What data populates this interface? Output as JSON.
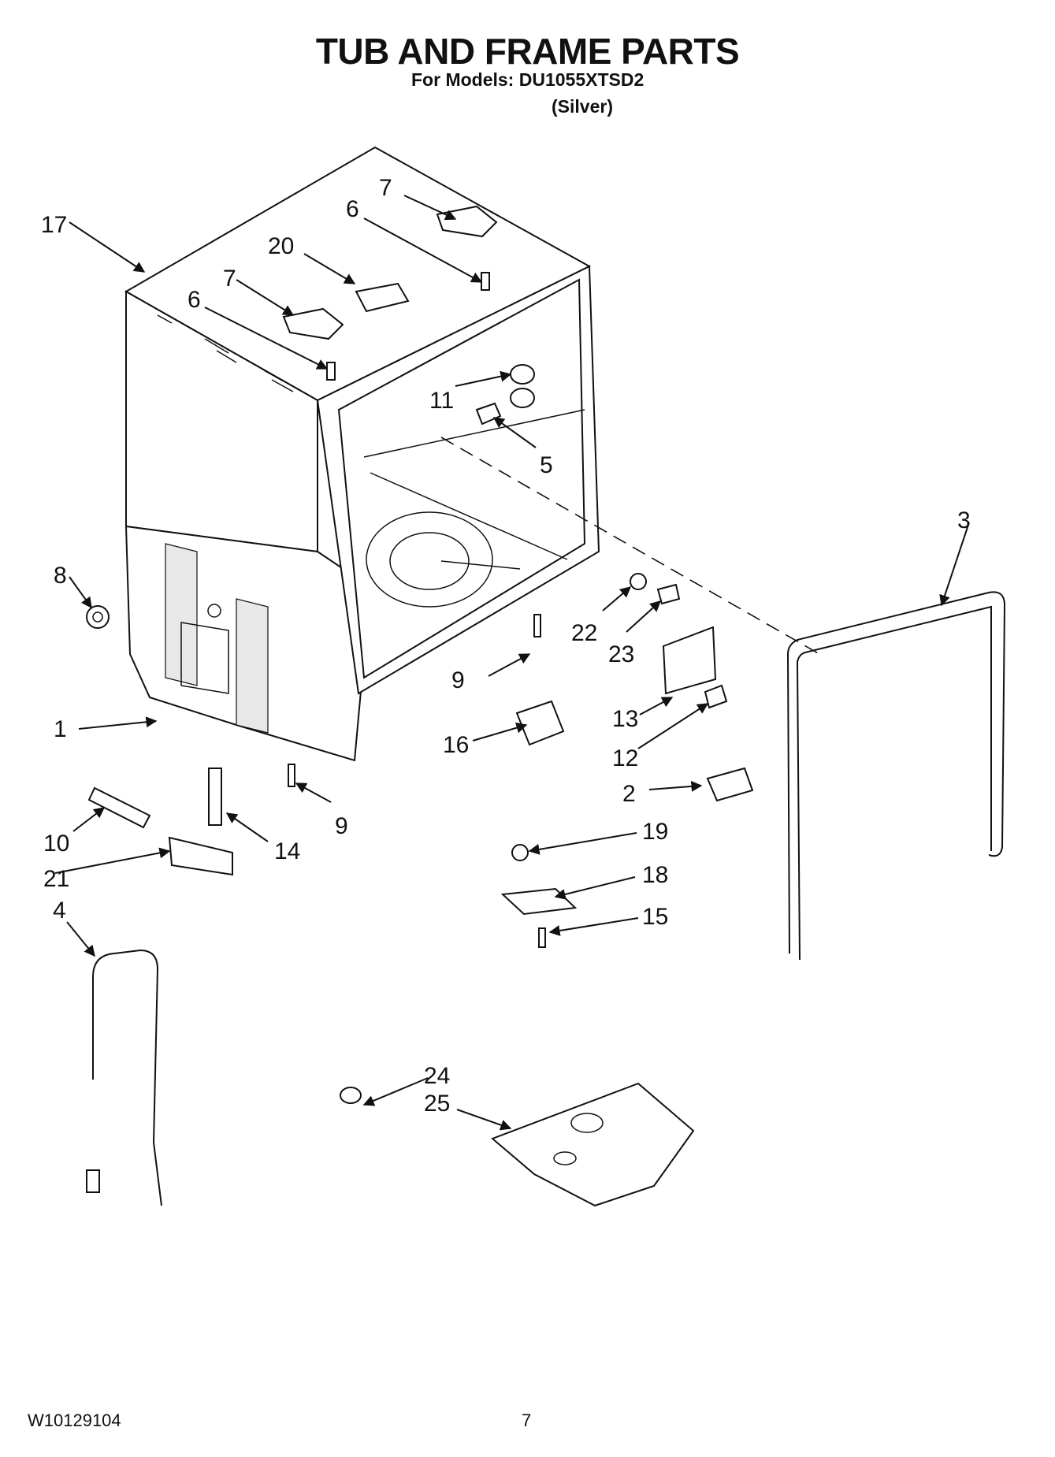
{
  "header": {
    "title": "TUB AND FRAME PARTS",
    "models": "For Models: DU1055XTSD2",
    "variant": "(Silver)"
  },
  "footer": {
    "doc_number": "W10129104",
    "page": "7"
  },
  "callouts": {
    "c1": "1",
    "c2": "2",
    "c3": "3",
    "c4": "4",
    "c5": "5",
    "c6a": "6",
    "c6b": "6",
    "c7a": "7",
    "c7b": "7",
    "c8": "8",
    "c9a": "9",
    "c9b": "9",
    "c10": "10",
    "c11": "11",
    "c12": "12",
    "c13": "13",
    "c14": "14",
    "c15": "15",
    "c16": "16",
    "c17": "17",
    "c18": "18",
    "c19": "19",
    "c20": "20",
    "c21": "21",
    "c22": "22",
    "c23": "23",
    "c24": "24",
    "c25": "25"
  }
}
